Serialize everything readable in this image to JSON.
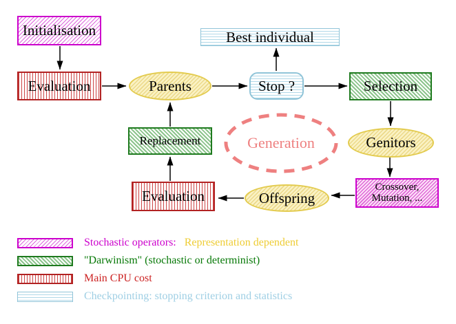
{
  "nodes": {
    "initialisation": "Initialisation",
    "evaluation_top": "Evaluation",
    "best_individual": "Best individual",
    "parents": "Parents",
    "stop": "Stop ?",
    "selection": "Selection",
    "replacement": "Replacement",
    "generation": "Generation",
    "genitors": "Genitors",
    "crossover_line1": "Crossover,",
    "crossover_line2": "Mutation, ...",
    "offspring": "Offspring",
    "evaluation_bottom": "Evaluation"
  },
  "edges": [
    {
      "from": "Initialisation",
      "to": "Evaluation"
    },
    {
      "from": "Evaluation",
      "to": "Parents"
    },
    {
      "from": "Parents",
      "to": "Stop ?"
    },
    {
      "from": "Stop ?",
      "to": "Best individual"
    },
    {
      "from": "Stop ?",
      "to": "Selection"
    },
    {
      "from": "Selection",
      "to": "Genitors"
    },
    {
      "from": "Genitors",
      "to": "Crossover, Mutation, ..."
    },
    {
      "from": "Crossover, Mutation, ...",
      "to": "Offspring"
    },
    {
      "from": "Offspring",
      "to": "Evaluation"
    },
    {
      "from": "Evaluation",
      "to": "Replacement"
    },
    {
      "from": "Replacement",
      "to": "Parents"
    }
  ],
  "legend": {
    "row1": {
      "label": "Stochastic operators:",
      "label2": "Representation dependent"
    },
    "row2": {
      "label": "\"Darwinism\" (stochastic or determinist)"
    },
    "row3": {
      "label": "Main CPU cost"
    },
    "row4": {
      "label": "Checkpointing: stopping criterion and statistics"
    }
  },
  "palette": {
    "magenta": "#cc00cc",
    "magenta_hatch": "#dd66dd",
    "red_border": "#b22222",
    "red_stripe": "#cc4444",
    "green_border": "#1e7a1e",
    "green_hatch": "#8cc48c",
    "cyan_border": "#90c4d8",
    "cyan_stripe": "#b0d8e8",
    "yellow_border": "#e3cb4e",
    "yellow_fill": "#faf2c4",
    "salmon_dashed": "#ee8080",
    "legend_gold_text": "#eecc33",
    "legend_green_text": "#067806",
    "legend_red_text": "#cc2222",
    "legend_cyan_text": "#9fcfe4",
    "arrow_black": "#000000"
  }
}
